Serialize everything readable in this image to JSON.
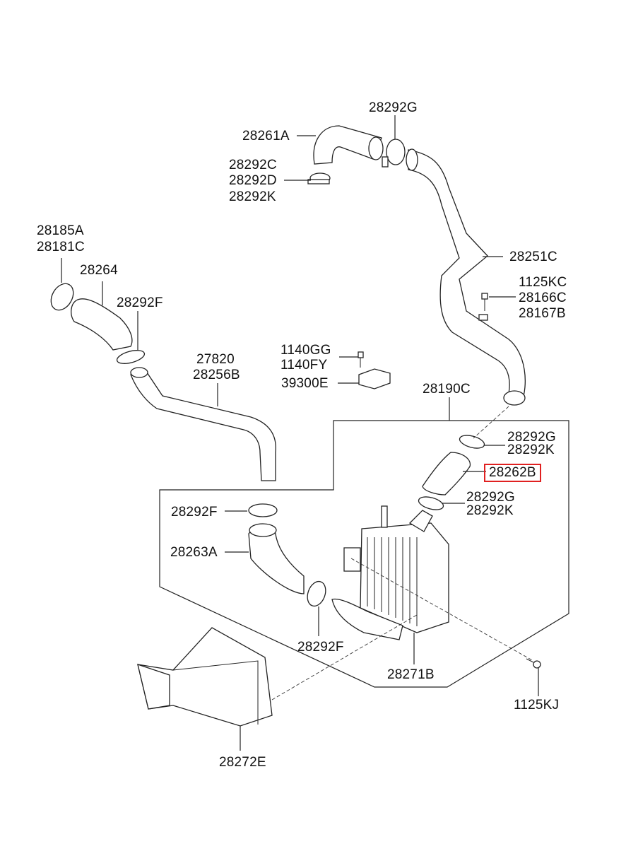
{
  "diagram": {
    "title": "Intercooler & Air Intake Hoses",
    "highlighted_part": "28262B",
    "highlight_color": "#e02020",
    "labels": [
      {
        "id": "p28292G_top",
        "text": "28292G"
      },
      {
        "id": "p28261A",
        "text": "28261A"
      },
      {
        "id": "p28292C",
        "text": "28292C"
      },
      {
        "id": "p28292D",
        "text": "28292D"
      },
      {
        "id": "p28292K_top",
        "text": "28292K"
      },
      {
        "id": "p28185A",
        "text": "28185A"
      },
      {
        "id": "p28181C",
        "text": "28181C"
      },
      {
        "id": "p28264",
        "text": "28264"
      },
      {
        "id": "p28292F_left",
        "text": "28292F"
      },
      {
        "id": "p28251C",
        "text": "28251C"
      },
      {
        "id": "p1125KC",
        "text": "1125KC"
      },
      {
        "id": "p28166C",
        "text": "28166C"
      },
      {
        "id": "p28167B",
        "text": "28167B"
      },
      {
        "id": "p27820",
        "text": "27820"
      },
      {
        "id": "p28256B",
        "text": "28256B"
      },
      {
        "id": "p1140GG",
        "text": "1140GG"
      },
      {
        "id": "p1140FY",
        "text": "1140FY"
      },
      {
        "id": "p39300E",
        "text": "39300E"
      },
      {
        "id": "p28190C",
        "text": "28190C"
      },
      {
        "id": "p28292G_mid1",
        "text": "28292G"
      },
      {
        "id": "p28292K_mid1",
        "text": "28292K"
      },
      {
        "id": "p28262B",
        "text": "28262B"
      },
      {
        "id": "p28292G_mid2",
        "text": "28292G"
      },
      {
        "id": "p28292K_mid2",
        "text": "28292K"
      },
      {
        "id": "p28292F_mid",
        "text": "28292F"
      },
      {
        "id": "p28263A",
        "text": "28263A"
      },
      {
        "id": "p28292F_bottom",
        "text": "28292F"
      },
      {
        "id": "p28271B",
        "text": "28271B"
      },
      {
        "id": "p1125KJ",
        "text": "1125KJ"
      },
      {
        "id": "p28272E",
        "text": "28272E"
      }
    ]
  }
}
